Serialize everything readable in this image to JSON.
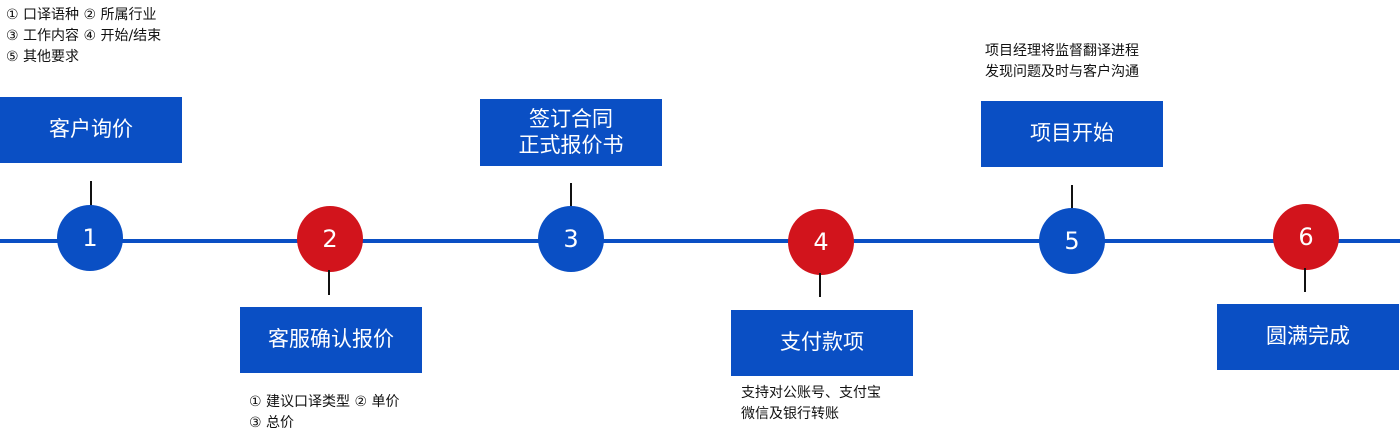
{
  "colors": {
    "blue": "#0a4fc4",
    "red": "#d2141c",
    "text": "#111111",
    "box_text": "#ffffff"
  },
  "steps": [
    {
      "number": "1",
      "node_color": "blue",
      "box_lines": [
        "客户询价"
      ],
      "notes": [
        "① 口译语种 ② 所属行业",
        "③ 工作内容 ④ 开始/结束",
        "⑤ 其他要求"
      ]
    },
    {
      "number": "2",
      "node_color": "red",
      "box_lines": [
        "客服确认报价"
      ],
      "notes": [
        "① 建议口译类型 ② 单价",
        "③ 总价"
      ]
    },
    {
      "number": "3",
      "node_color": "blue",
      "box_lines": [
        "签订合同",
        "正式报价书"
      ],
      "notes": []
    },
    {
      "number": "4",
      "node_color": "red",
      "box_lines": [
        "支付款项"
      ],
      "notes": [
        "支持对公账号、支付宝",
        "微信及银行转账"
      ]
    },
    {
      "number": "5",
      "node_color": "blue",
      "box_lines": [
        "项目开始"
      ],
      "notes": [
        "项目经理将监督翻译进程",
        "发现问题及时与客户沟通"
      ]
    },
    {
      "number": "6",
      "node_color": "red",
      "box_lines": [
        "圆满完成"
      ],
      "notes": []
    }
  ]
}
